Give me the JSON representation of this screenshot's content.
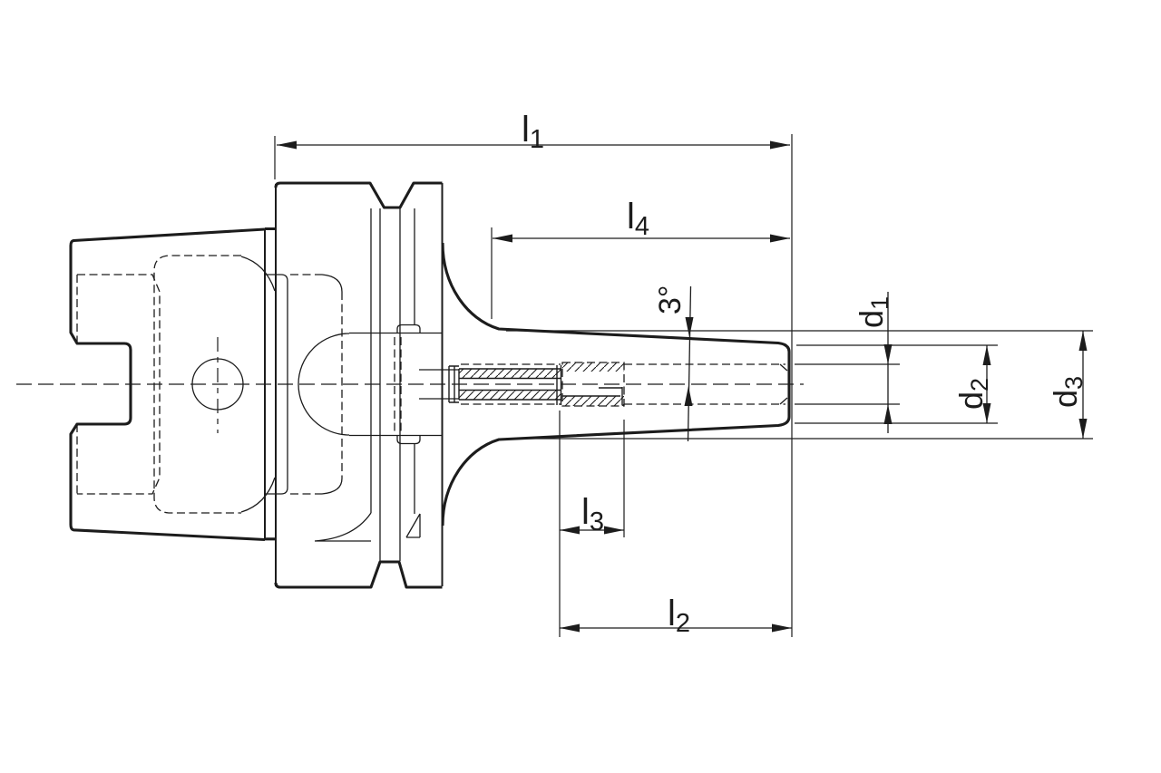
{
  "drawing": {
    "labels": {
      "l1": {
        "main": "l",
        "sub": "1"
      },
      "l4": {
        "main": "l",
        "sub": "4"
      },
      "l3": {
        "main": "l",
        "sub": "3"
      },
      "l2": {
        "main": "l",
        "sub": "2"
      },
      "d1": {
        "main": "d",
        "sub": "1"
      },
      "d2": {
        "main": "d",
        "sub": "2"
      },
      "d3": {
        "main": "d",
        "sub": "3"
      },
      "taper_angle": {
        "main": "3°"
      }
    },
    "colors": {
      "line": "#1c1c1c",
      "background": "#ffffff"
    }
  }
}
